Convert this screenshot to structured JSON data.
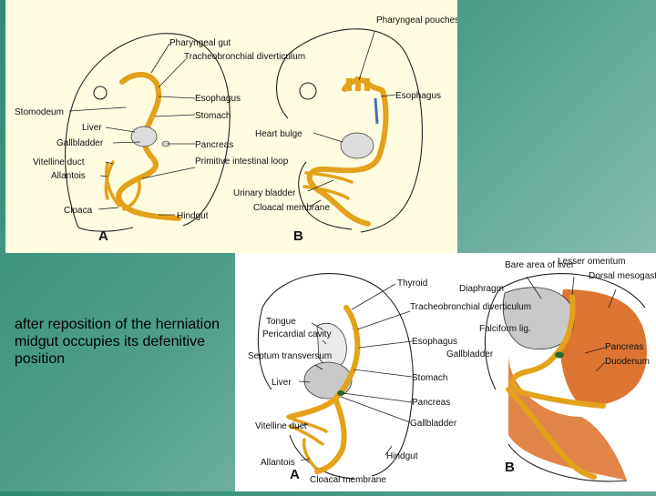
{
  "caption": "after reposition of the herniation midgut occupies its defenitive position",
  "top_figure": {
    "panel_a_letter": "A",
    "panel_b_letter": "B",
    "labels": {
      "pharyngeal_gut": "Pharyngeal gut",
      "tracheobronchial_diverticulum": "Tracheobronchial diverticulum",
      "stomodeum": "Stomodeum",
      "esophagus_a": "Esophagus",
      "stomach": "Stomach",
      "liver": "Liver",
      "gallbladder": "Gallbladder",
      "pancreas": "Pancreas",
      "vitelline_duct": "Vitelline duct",
      "allantois": "Allantois",
      "primitive_intestinal_loop": "Primitive intestinal loop",
      "cloaca": "Cloaca",
      "hindgut": "Hindgut",
      "pharyngeal_pouches": "Pharyngeal pouches",
      "esophagus_b": "Esophagus",
      "heart_bulge": "Heart bulge",
      "urinary_bladder": "Urinary bladder",
      "cloacal_membrane": "Cloacal membrane"
    }
  },
  "bottom_figure": {
    "panel_a_letter": "A",
    "panel_b_letter": "B",
    "labels": {
      "thyroid": "Thyroid",
      "tongue": "Tongue",
      "pericardial_cavity": "Pericardial cavity",
      "septum_transversum": "Septum transversum",
      "liver": "Liver",
      "vitelline_duct": "Vitelline duct",
      "allantois": "Allantois",
      "cloacal_membrane": "Cloacal membrane",
      "tracheobronchial_diverticulum": "Tracheobronchial diverticulum",
      "esophagus": "Esophagus",
      "stomach": "Stomach",
      "pancreas": "Pancreas",
      "gallbladder_a": "Gallbladder",
      "hindgut": "Hindgut",
      "bare_area_of_liver": "Bare area of liver",
      "lesser_omentum": "Lesser omentum",
      "dorsal_mesogastrium": "Dorsal mesogastrium",
      "diaphragm": "Diaphragm",
      "falciform_lig": "Falciform lig.",
      "gallbladder_b": "Gallbladder",
      "pancreas_b": "Pancreas",
      "duodenum": "Duodenum"
    }
  },
  "colors": {
    "gut": "#e3a21a",
    "mesentery": "#d9661c",
    "liver": "#c9c9c9",
    "top_panel_bg": "#fffce0"
  }
}
